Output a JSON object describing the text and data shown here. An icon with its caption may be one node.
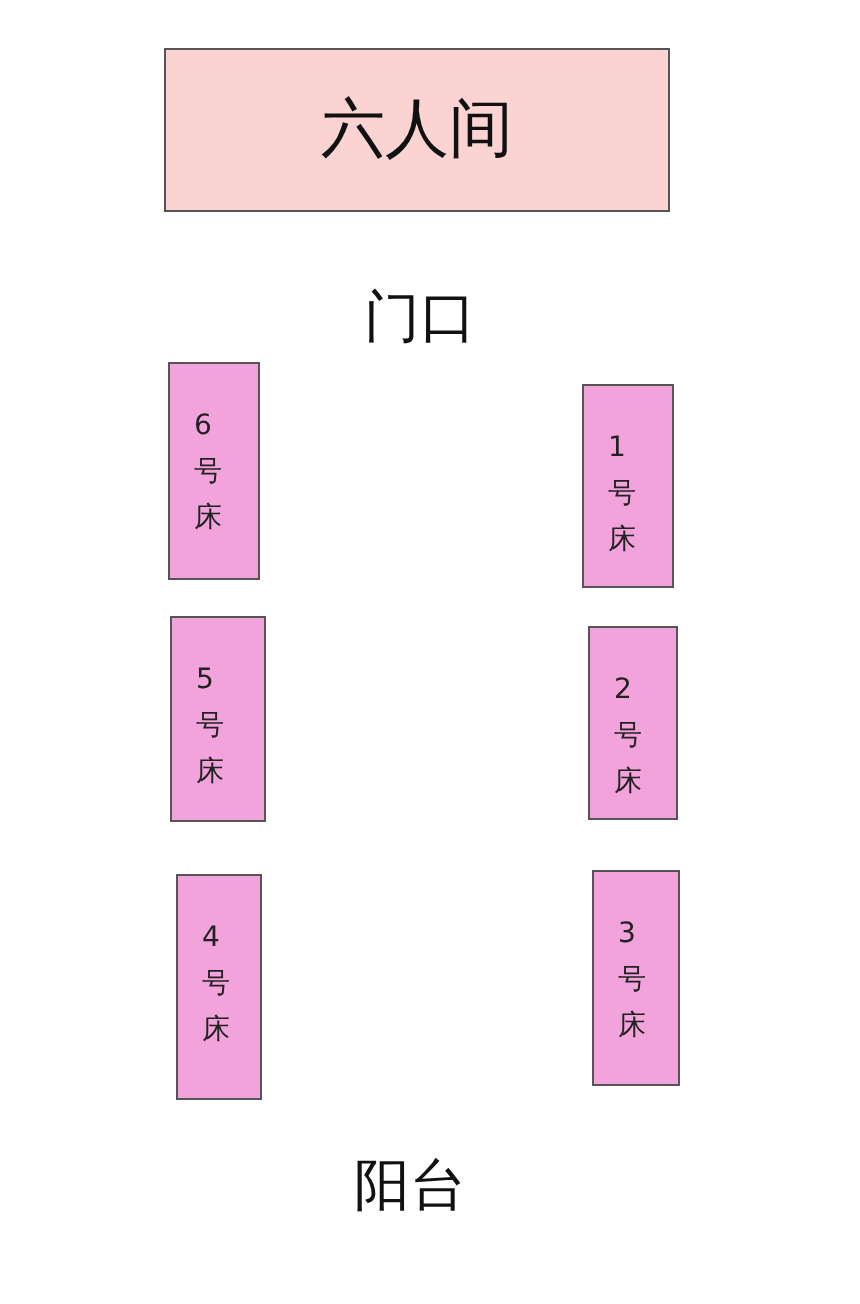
{
  "diagram": {
    "nodes": [
      {
        "text": [
          "六人间"
        ]
      },
      {
        "text": [
          "6号床"
        ]
      },
      {
        "text": [
          "1号床"
        ]
      },
      {
        "text": [
          "5号床"
        ]
      },
      {
        "text": [
          "2号床"
        ]
      },
      {
        "text": [
          "4号床"
        ]
      },
      {
        "text": [
          "3号床"
        ]
      }
    ],
    "labels": [
      "门口",
      "阳台"
    ]
  }
}
